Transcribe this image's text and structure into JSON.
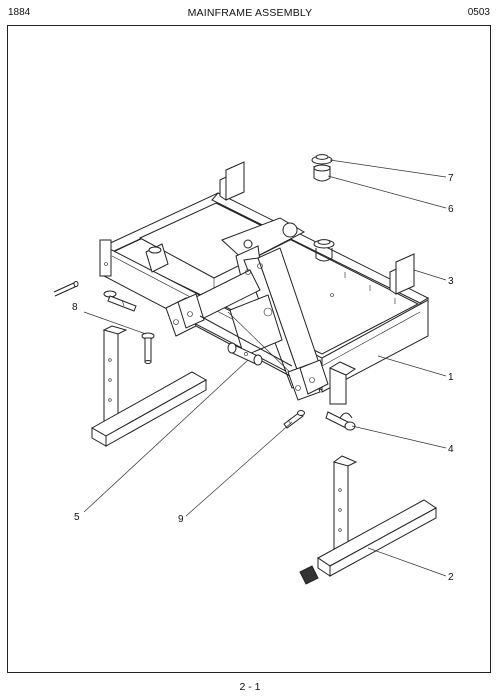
{
  "header": {
    "left": "1884",
    "title": "MAINFRAME ASSEMBLY",
    "right": "0503"
  },
  "footer": {
    "page": "2 - 1"
  },
  "callouts": {
    "c1": "1",
    "c2": "2",
    "c3": "3",
    "c4": "4",
    "c5": "5",
    "c6": "6",
    "c7": "7",
    "c8": "8",
    "c9": "9"
  }
}
